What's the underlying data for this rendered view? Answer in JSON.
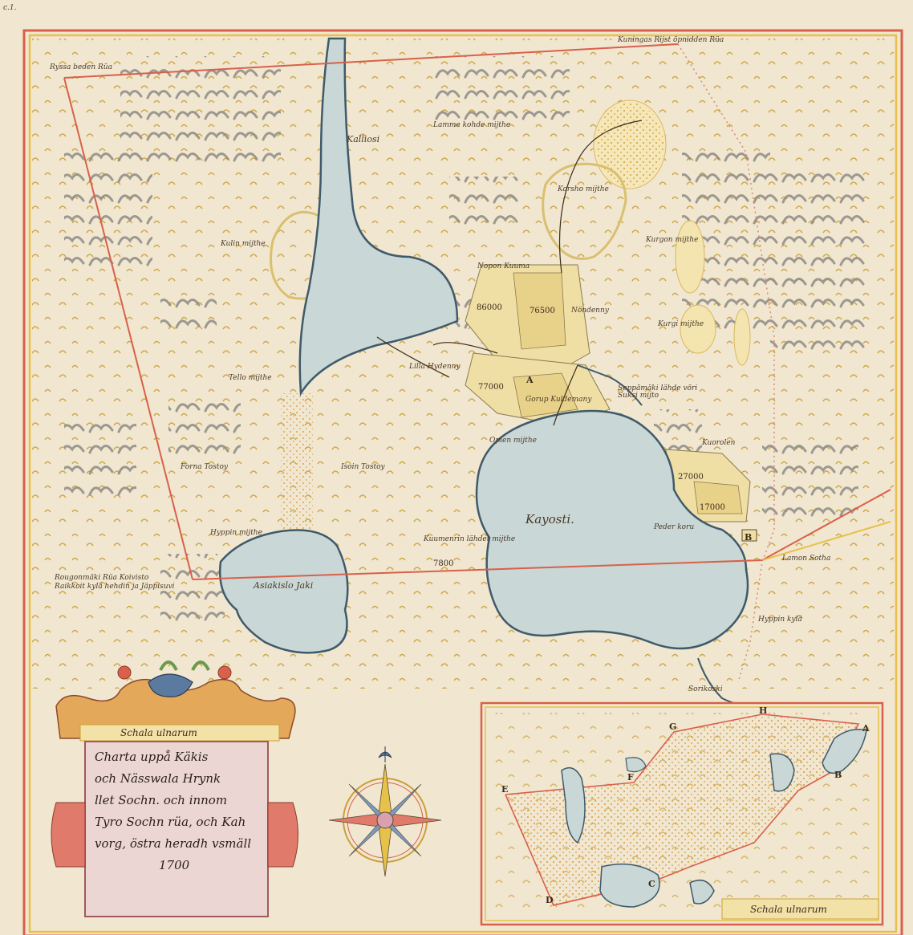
{
  "page": {
    "corner_mark": "c.1."
  },
  "cartouche": {
    "scale_label": "Schala ulnarum",
    "title_lines": [
      "Charta uppå Käkis",
      "och Nässwala Hrynk",
      "llet Sochn. och innom",
      "Tyro Sochn rüa, och Kah",
      "vorg, östra heradh vsmäll",
      "1700"
    ]
  },
  "inset": {
    "scale_label": "Schala ulnarum",
    "letters": [
      "A",
      "B",
      "C",
      "D",
      "E",
      "F",
      "G",
      "H"
    ]
  },
  "labels": {
    "top_left_corner": "Ryssa beden Rüa",
    "top_right": "Kuningas Rijst öpnidden Rüa",
    "kallio": "Kalliosi",
    "mill_upper": "Lamme kohde mijthe",
    "norra_mijthe": "Korsho mijthe",
    "kulun": "Kulin mijthe",
    "kurgonmijthe": "Kurgon mijthe",
    "kurgi2": "Kurgi mijthe",
    "village_upper": "Nopon Kuuma",
    "num_76500": "76500",
    "num_86000": "86000",
    "num_77000": "77000",
    "num_7800": "7800",
    "num_27000": "27000",
    "num_17000": "17000",
    "nondenny": "Nöndenny",
    "lilla_hyd": "Lilla Hydenny",
    "gorup": "Gorup Kuldemany",
    "opien": "Opien mijthe",
    "tello": "Tello mijthe",
    "forma_tostoy": "Forna Tostoy",
    "isoin_tostoy": "Isoin Tostoy",
    "hyppinmijthe": "Hyppin mijthe",
    "lake_big": "Kayosti.",
    "lake_small": "Asiakislo Jaki",
    "herrmen": "Kuumenrin lähdet mijthe",
    "peder_koru": "Peder koru",
    "kuorolen": "Kuorolen",
    "ansen_sotha": "Lamon Sotha",
    "hyppinkylä": "Hyppin kylä",
    "sarikkoski": "Sorikoski",
    "saunalahti_right": "Seppämäki lähde vöri Suksi mijto",
    "bottom_left": "Rougonmäki Rüa Koivisto Raikkoit kylä hehdin ja Jäppisuvi",
    "letter_A": "A",
    "letter_B": "B"
  },
  "colors": {
    "paper": "#f1e6d0",
    "border_red": "#d9604a",
    "border_yellow": "#e6c24a",
    "water": "#c9d7d6",
    "water_edge": "#3f5a6a",
    "field": "#f0dfa5",
    "forest_gray": "#9d9a94",
    "ink": "#4a3a28"
  },
  "compass": {
    "has_fleur_de_lis": true
  }
}
